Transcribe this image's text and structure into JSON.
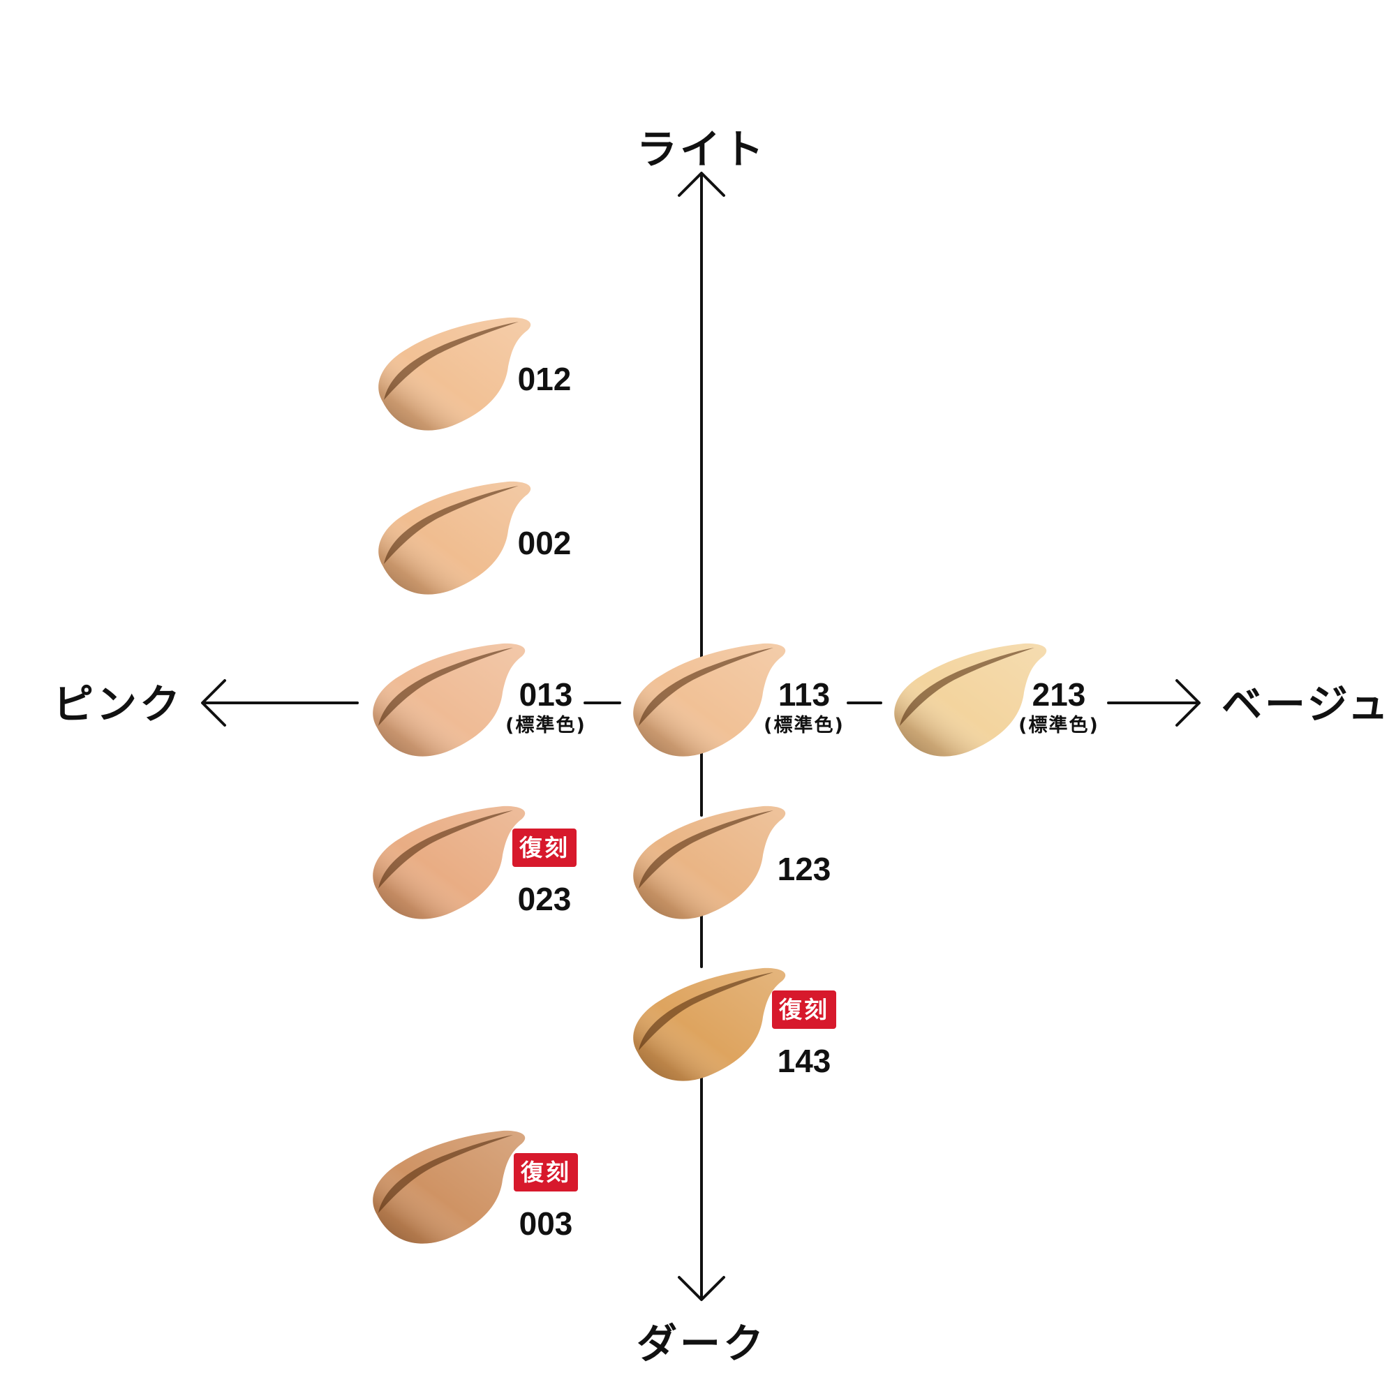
{
  "axes": {
    "top": "ライト",
    "bottom": "ダーク",
    "left": "ピンク",
    "right": "ベージュ"
  },
  "standard_label": "(標準色)",
  "badge_label": "復刻",
  "swatches": [
    {
      "code": "012",
      "color": "#f2c195",
      "standard": false,
      "reissue": false
    },
    {
      "code": "002",
      "color": "#f0bd90",
      "standard": false,
      "reissue": false
    },
    {
      "code": "013",
      "color": "#efbb95",
      "standard": true,
      "reissue": false
    },
    {
      "code": "113",
      "color": "#f1c196",
      "standard": true,
      "reissue": false
    },
    {
      "code": "213",
      "color": "#f3d49e",
      "standard": true,
      "reissue": false
    },
    {
      "code": "023",
      "color": "#e9ad84",
      "standard": false,
      "reissue": true
    },
    {
      "code": "123",
      "color": "#eab585",
      "standard": false,
      "reissue": false
    },
    {
      "code": "143",
      "color": "#dea45f",
      "standard": false,
      "reissue": true
    },
    {
      "code": "003",
      "color": "#cf9364",
      "standard": false,
      "reissue": true
    }
  ],
  "colors": {
    "badge": "#d7192c",
    "line": "#111111"
  }
}
